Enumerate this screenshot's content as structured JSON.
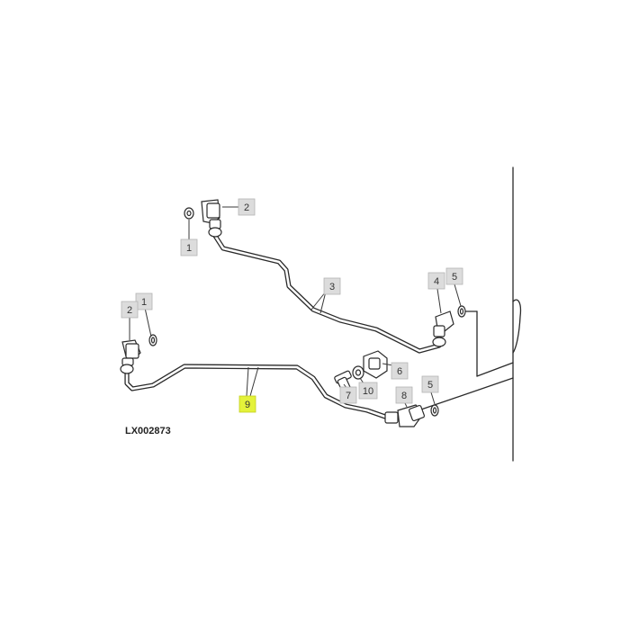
{
  "figure_id": "LX002873",
  "highlight_color": "#e4f23a",
  "callouts": [
    {
      "label": "2",
      "highlighted": false
    },
    {
      "label": "1",
      "highlighted": false
    },
    {
      "label": "3",
      "highlighted": false
    },
    {
      "label": "4",
      "highlighted": false
    },
    {
      "label": "5",
      "highlighted": false
    },
    {
      "label": "1",
      "highlighted": false
    },
    {
      "label": "2",
      "highlighted": false
    },
    {
      "label": "6",
      "highlighted": false
    },
    {
      "label": "7",
      "highlighted": false
    },
    {
      "label": "10",
      "highlighted": false
    },
    {
      "label": "8",
      "highlighted": false
    },
    {
      "label": "5",
      "highlighted": false
    },
    {
      "label": "9",
      "highlighted": true
    }
  ]
}
